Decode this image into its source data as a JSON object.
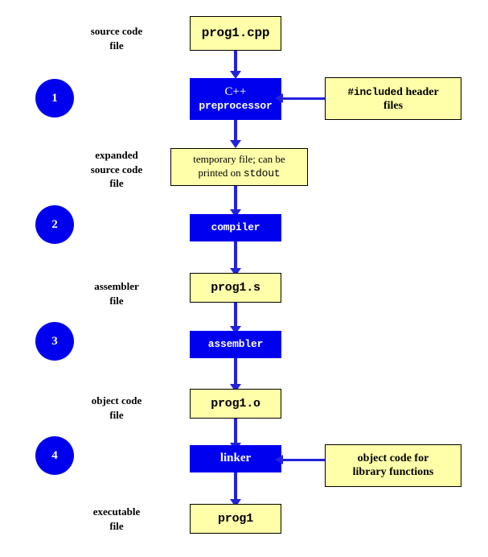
{
  "diagram": {
    "title": "C++ compilation pipeline",
    "colors": {
      "file_box_fill": "#ffffaa",
      "file_box_border": "#000000",
      "stage_box_fill": "#0000ee",
      "stage_text": "#ffffff",
      "arrow": "#2222dd",
      "circle_fill": "#0000ee",
      "circle_text": "#ffffff",
      "background": "#ffffff"
    },
    "steps": [
      {
        "number": "1"
      },
      {
        "number": "2"
      },
      {
        "number": "3"
      },
      {
        "number": "4"
      }
    ],
    "side_labels": [
      {
        "key": "source_code_file",
        "text": "source code\nfile"
      },
      {
        "key": "expanded_source_code_file",
        "text": "expanded\nsource code\nfile"
      },
      {
        "key": "assembler_file",
        "text": "assembler\nfile"
      },
      {
        "key": "object_code_file",
        "text": "object code\nfile"
      },
      {
        "key": "executable_file",
        "text": "executable\nfile"
      }
    ],
    "nodes": {
      "prog1_cpp": {
        "label": "prog1.cpp"
      },
      "preprocessor": {
        "line1": "C++",
        "line2": "preprocessor"
      },
      "included_headers": {
        "line1a": "#include",
        "line1b": "d header",
        "line2": "files"
      },
      "temporary_file": {
        "line1": "temporary file; can be",
        "line2a": "printed on ",
        "line2b": "stdout"
      },
      "compiler": {
        "label": "compiler"
      },
      "prog1_s": {
        "label": "prog1.s"
      },
      "assembler": {
        "label": "assembler"
      },
      "prog1_o": {
        "label": "prog1.o"
      },
      "linker": {
        "label": "linker"
      },
      "library_object_code": {
        "line1": "object code for",
        "line2": "library functions"
      },
      "prog1": {
        "label": "prog1"
      }
    }
  }
}
